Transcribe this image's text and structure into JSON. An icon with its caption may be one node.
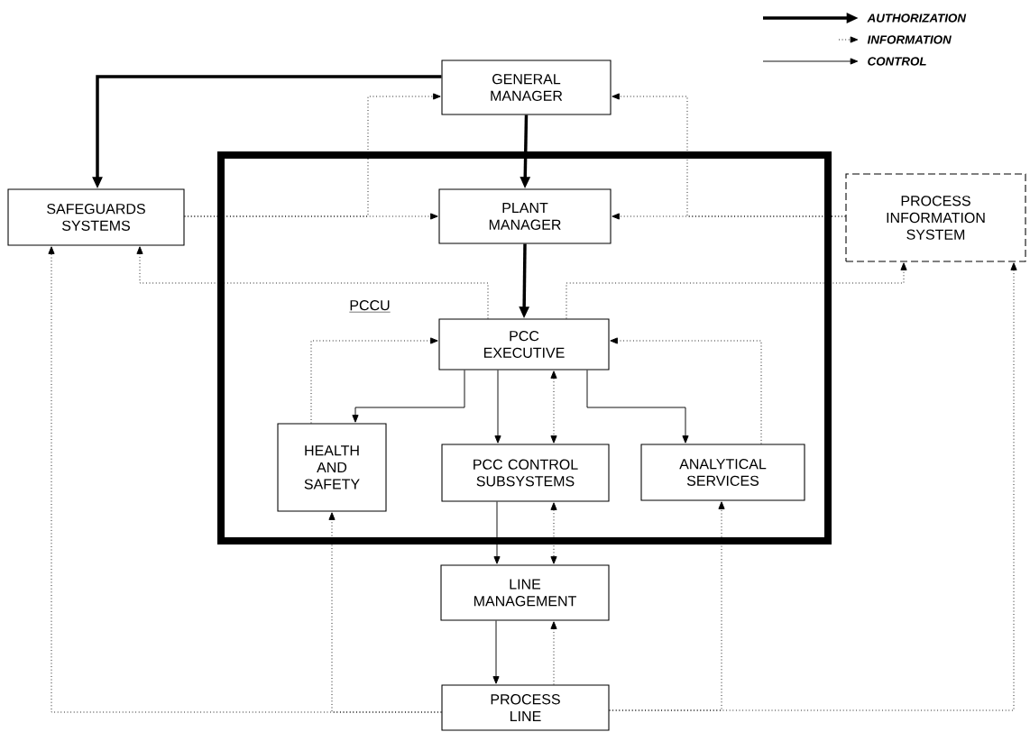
{
  "diagram": {
    "nodes": [
      {
        "text": [
          "GENERAL MANAGER"
        ]
      },
      {
        "text": [
          "SAFEGUARDS SYSTEMS"
        ]
      },
      {
        "text": [
          "PCCU"
        ]
      },
      {
        "text": [
          "PLANT MANAGER"
        ],
        "in": 2
      },
      {
        "text": [
          "PROCESS INFORMATION SYSTEM"
        ]
      },
      {
        "text": [
          "PCC EXECUTIVE"
        ],
        "in": 2
      },
      {
        "text": [
          "HEALTH AND SAFETY"
        ],
        "in": 2
      },
      {
        "text": [
          "PCC CONTROL SUBSYSTEMS"
        ],
        "in": 2
      },
      {
        "text": [
          "ANALYTICAL SERVICES"
        ],
        "in": 2
      },
      {
        "text": [
          "LINE MANAGEMENT"
        ]
      },
      {
        "text": [
          "PROCESS LINE"
        ]
      }
    ],
    "edges": [
      {
        "from": 0,
        "to": 1,
        "arrow": "to",
        "style": "thick"
      },
      {
        "from": 0,
        "to": 3,
        "arrow": "to",
        "style": "thick"
      },
      {
        "from": 3,
        "to": 5,
        "arrow": "to",
        "style": "thick"
      },
      {
        "from": 1,
        "to": 3,
        "arrow": "to",
        "style": "dashed"
      },
      {
        "from": 1,
        "to": 0,
        "arrow": "to",
        "style": "dashed"
      },
      {
        "from": 4,
        "to": 3,
        "arrow": "to",
        "style": "dashed"
      },
      {
        "from": 4,
        "to": 0,
        "arrow": "to",
        "style": "dashed"
      },
      {
        "from": 5,
        "to": 1,
        "arrow": "to",
        "style": "dashed"
      },
      {
        "from": 5,
        "to": 4,
        "arrow": "to",
        "style": "dashed"
      },
      {
        "from": 6,
        "to": 5,
        "arrow": "to",
        "style": "dashed"
      },
      {
        "from": 8,
        "to": 5,
        "arrow": "to",
        "style": "dashed"
      },
      {
        "from": 5,
        "to": 6,
        "arrow": "to"
      },
      {
        "from": 5,
        "to": 7,
        "arrow": "to"
      },
      {
        "from": 5,
        "to": 8,
        "arrow": "to"
      },
      {
        "from": 5,
        "to": 7,
        "arrow": "both",
        "style": "dashed"
      },
      {
        "from": 7,
        "to": 9,
        "arrow": "to"
      },
      {
        "from": 7,
        "to": 9,
        "arrow": "both",
        "style": "dashed"
      },
      {
        "from": 9,
        "to": 10,
        "arrow": "to"
      },
      {
        "from": 10,
        "to": 9,
        "arrow": "to",
        "style": "dashed"
      },
      {
        "from": 10,
        "to": 6,
        "arrow": "to",
        "style": "dashed"
      },
      {
        "from": 10,
        "to": 1,
        "arrow": "to",
        "style": "dashed"
      },
      {
        "from": 10,
        "to": 8,
        "arrow": "to",
        "style": "dashed"
      },
      {
        "from": 10,
        "to": 4,
        "arrow": "to",
        "style": "dashed"
      }
    ],
    "legend": [
      {
        "text": "AUTHORIZATION"
      },
      {
        "text": "INFORMATION"
      },
      {
        "text": "CONTROL"
      }
    ]
  }
}
